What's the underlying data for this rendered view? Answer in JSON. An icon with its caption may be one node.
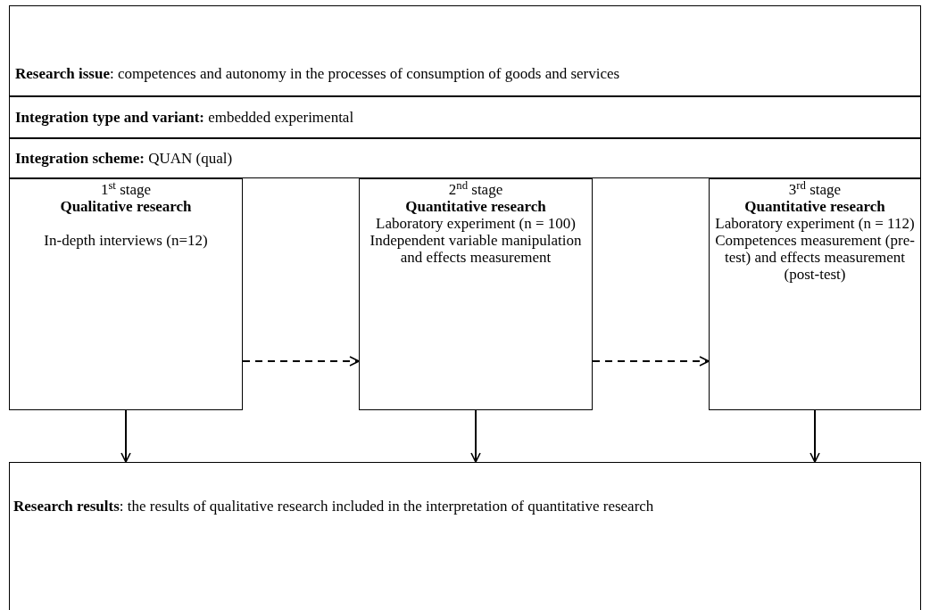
{
  "diagram": {
    "nodes": [
      {
        "text": [
          "**Research issue**: competences and autonomy in the processes of consumption of goods and services"
        ]
      },
      {
        "text": [
          "**Integration type and variant:** embedded experimental"
        ]
      },
      {
        "text": [
          "**Integration scheme:** QUAN (qual)"
        ]
      },
      {
        "text": [
          "1$^{st}$ stage",
          "Qualitative research",
          "In-depth interviews (n=12)"
        ]
      },
      {
        "text": [
          "2$^{nd}$ stage",
          "Quantitative research",
          "Laboratory experiment (n = 100)",
          "Independent variable manipulation and effects measurement"
        ]
      },
      {
        "text": [
          "3$^{rd}$ stage",
          "Quantitative research",
          "Laboratory experiment (n = 112)",
          "Competences measurement (pre-test) and effects measurement (post-test)"
        ]
      },
      {
        "text": [
          "**Research results**: the results of qualitative research included in the interpretation of quantitative research"
        ]
      }
    ],
    "edges": [
      {
        "from": 3,
        "to": 4,
        "arrow": "to",
        "style": "dashed"
      },
      {
        "from": 4,
        "to": 5,
        "arrow": "to",
        "style": "dashed"
      },
      {
        "from": 3,
        "to": 6,
        "arrow": "to"
      },
      {
        "from": 4,
        "to": 6,
        "arrow": "to"
      },
      {
        "from": 5,
        "to": 6,
        "arrow": "to"
      }
    ]
  }
}
